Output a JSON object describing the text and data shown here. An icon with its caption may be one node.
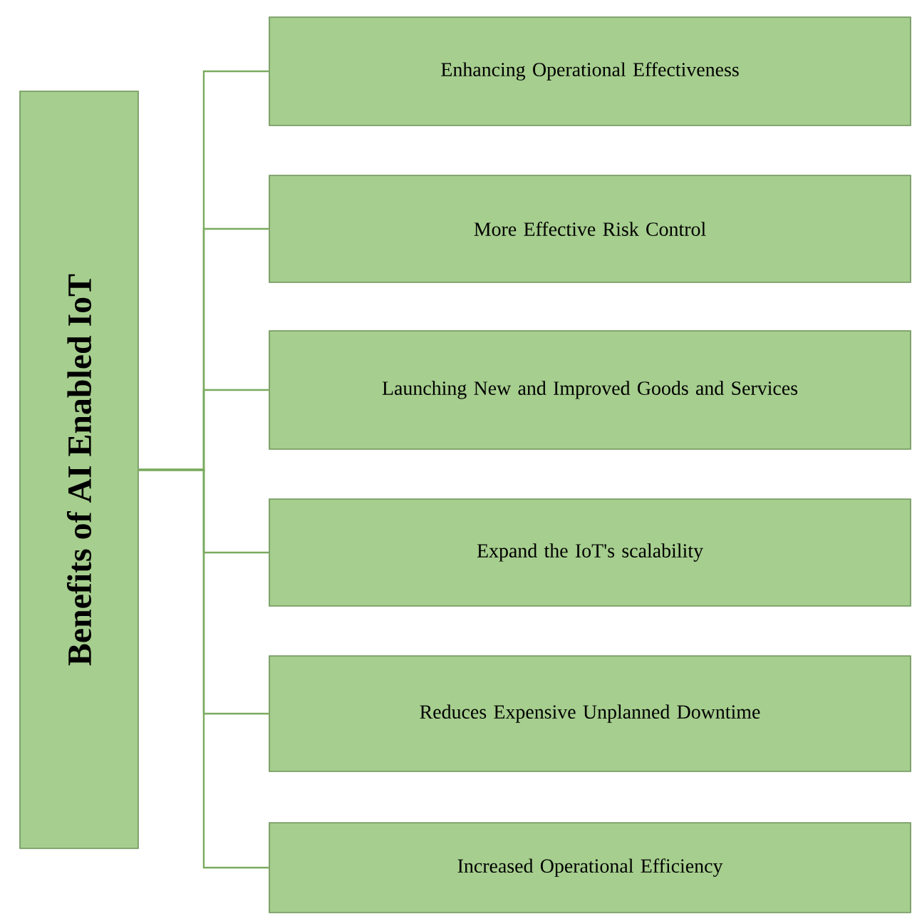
{
  "diagram": {
    "nodes": [
      {
        "text": [
          "Benefits of AI Enabled IoT"
        ]
      },
      {
        "text": [
          "Enhancing Operational Effectiveness"
        ]
      },
      {
        "text": [
          "More Effective Risk Control"
        ]
      },
      {
        "text": [
          "Launching New and Improved Goods and Services"
        ]
      },
      {
        "text": [
          "Expand the IoT's scalability"
        ]
      },
      {
        "text": [
          "Reduces Expensive Unplanned Downtime"
        ]
      },
      {
        "text": [
          "Increased Operational Efficiency"
        ]
      }
    ],
    "edges": [
      {
        "from": 0,
        "to": 1,
        "arrow": "none"
      },
      {
        "from": 0,
        "to": 2,
        "arrow": "none"
      },
      {
        "from": 0,
        "to": 3,
        "arrow": "none"
      },
      {
        "from": 0,
        "to": 4,
        "arrow": "none"
      },
      {
        "from": 0,
        "to": 5,
        "arrow": "none"
      },
      {
        "from": 0,
        "to": 6,
        "arrow": "none"
      }
    ]
  }
}
